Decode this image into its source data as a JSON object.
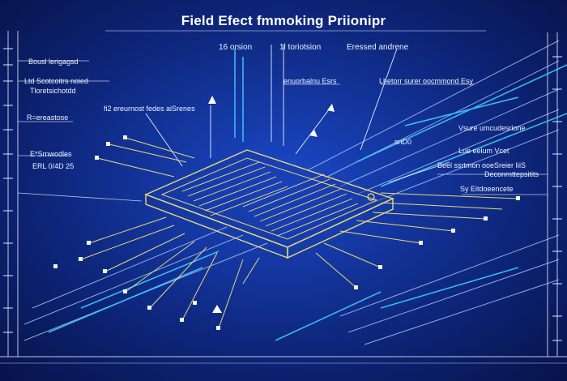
{
  "title": "Field Efect fmmoking Priionipr",
  "labels": {
    "top_left": "16 orsion",
    "top_mid": "1l toriotsion",
    "top_right": "Eressed andrene",
    "left_1": "Bousl lerigagsd",
    "left_2": "Ltd Scotcoitrs noied",
    "left_3": "Tloretsichotdd",
    "left_4": "fi2 ereurnost fedes aiSrenes",
    "left_5": "R=ereastose",
    "left_6": "E*Srnwodles",
    "left_7": "ERL 0/4D 25",
    "mid_1": "enuorbalnu Esrs",
    "mid_2": "Lhetorr surer oocmmond Esy",
    "right_1": "Vsure umcudesrione",
    "right_2": "Lue eelum Vcet",
    "right_3": "Beel ssrtmon ooeSreier IiiS",
    "right_4": "Deconrnttepsitits",
    "right_5": "Sy Eitdoeencete",
    "small_1": "snD0"
  },
  "colors": {
    "background": "#0b1f6a",
    "glow": "#1b49c8",
    "chip_outline": "#e8d77a",
    "trace_white": "#e6f0ff",
    "trace_cyan": "#3fc8ff"
  }
}
